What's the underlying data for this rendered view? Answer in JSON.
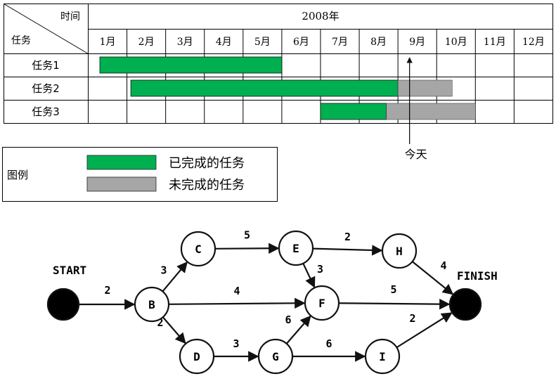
{
  "gantt": {
    "header_time": "时间",
    "header_task": "任务",
    "year": "2008年",
    "months": [
      "1月",
      "2月",
      "3月",
      "4月",
      "5月",
      "6月",
      "7月",
      "8月",
      "9月",
      "10月",
      "11月",
      "12月"
    ],
    "tasks": [
      {
        "name": "任务1",
        "completed": [
          1.3,
          6.0
        ],
        "remaining": null
      },
      {
        "name": "任务2",
        "completed": [
          2.1,
          9.0
        ],
        "remaining": [
          9.0,
          10.4
        ]
      },
      {
        "name": "任务3",
        "completed": [
          7.0,
          8.7
        ],
        "remaining": [
          8.7,
          11.0
        ]
      }
    ],
    "today_month": 9.3,
    "today_label": "今天",
    "colors": {
      "completed": "#00b050",
      "remaining": "#a6a6a6"
    }
  },
  "legend": {
    "title": "图例",
    "items": [
      {
        "label": "已完成的任务",
        "color": "#00b050"
      },
      {
        "label": "未完成的任务",
        "color": "#a6a6a6"
      }
    ]
  },
  "network": {
    "start_label": "START",
    "finish_label": "FINISH",
    "nodes": [
      {
        "id": "START",
        "text": ""
      },
      {
        "id": "B",
        "text": "B"
      },
      {
        "id": "C",
        "text": "C"
      },
      {
        "id": "D",
        "text": "D"
      },
      {
        "id": "E",
        "text": "E"
      },
      {
        "id": "F",
        "text": "F"
      },
      {
        "id": "G",
        "text": "G"
      },
      {
        "id": "H",
        "text": "H"
      },
      {
        "id": "I",
        "text": "I"
      },
      {
        "id": "FINISH",
        "text": ""
      }
    ],
    "edges": [
      {
        "from": "START",
        "to": "B",
        "weight": "2"
      },
      {
        "from": "B",
        "to": "C",
        "weight": "3"
      },
      {
        "from": "B",
        "to": "F",
        "weight": "4"
      },
      {
        "from": "B",
        "to": "D",
        "weight": "2"
      },
      {
        "from": "C",
        "to": "E",
        "weight": "5"
      },
      {
        "from": "E",
        "to": "H",
        "weight": "2"
      },
      {
        "from": "E",
        "to": "F",
        "weight": "3"
      },
      {
        "from": "D",
        "to": "G",
        "weight": "3"
      },
      {
        "from": "G",
        "to": "F",
        "weight": "6"
      },
      {
        "from": "G",
        "to": "I",
        "weight": "6"
      },
      {
        "from": "F",
        "to": "FINISH",
        "weight": "5"
      },
      {
        "from": "H",
        "to": "FINISH",
        "weight": "4"
      },
      {
        "from": "I",
        "to": "FINISH",
        "weight": "2"
      }
    ]
  }
}
